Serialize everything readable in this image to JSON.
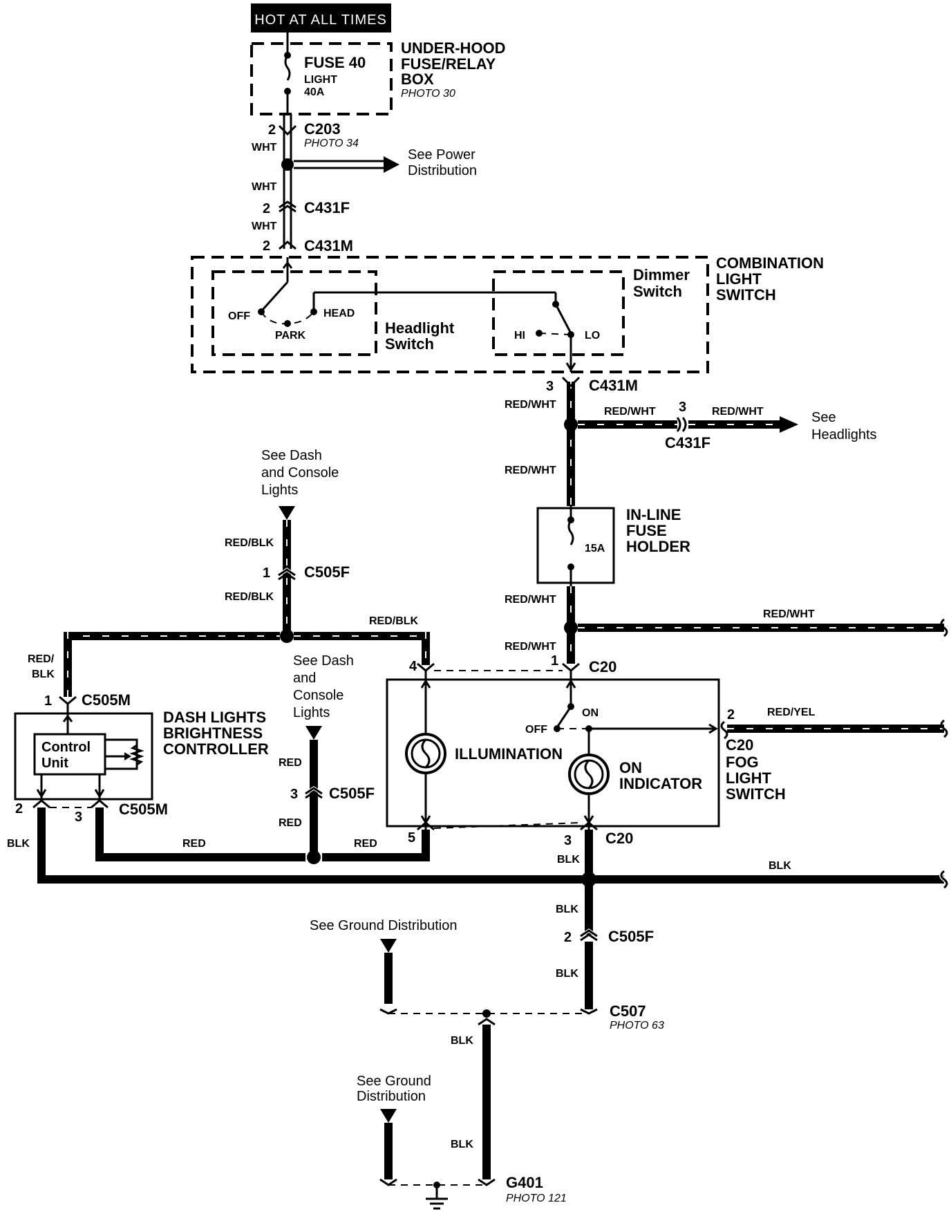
{
  "header": {
    "hot_label": "HOT AT ALL TIMES"
  },
  "fuse_box": {
    "fuse": "FUSE 40",
    "fuse_name": "LIGHT",
    "fuse_rating": "40A",
    "name_l1": "UNDER-HOOD",
    "name_l2": "FUSE/RELAY",
    "name_l3": "BOX",
    "photo": "PHOTO 30"
  },
  "c203": {
    "pin": "2",
    "name": "C203",
    "wire": "WHT",
    "photo": "PHOTO 34"
  },
  "power_dist": {
    "l1": "See Power",
    "l2": "Distribution"
  },
  "c431f_top": {
    "wire_above": "WHT",
    "pin": "2",
    "name": "C431F",
    "wire_below": "WHT"
  },
  "c431m_top": {
    "pin": "2",
    "name": "C431M"
  },
  "combo_switch": {
    "l1": "COMBINATION",
    "l2": "LIGHT",
    "l3": "SWITCH",
    "headlight_l1": "Headlight",
    "headlight_l2": "Switch",
    "off": "OFF",
    "park": "PARK",
    "head": "HEAD",
    "dimmer_l1": "Dimmer",
    "dimmer_l2": "Switch",
    "hi": "HI",
    "lo": "LO"
  },
  "c431m_out": {
    "pin": "3",
    "name": "C431M",
    "wire": "RED/WHT"
  },
  "headlights_branch": {
    "wire_left": "RED/WHT",
    "pin": "3",
    "wire_right": "RED/WHT",
    "connector": "C431F",
    "see_l1": "See",
    "see_l2": "Headlights"
  },
  "inline_fuse": {
    "wire_above": "RED/WHT",
    "rating": "15A",
    "l1": "IN-LINE",
    "l2": "FUSE",
    "l3": "HOLDER",
    "wire_below": "RED/WHT"
  },
  "right_branch_top": {
    "wire": "RED/WHT"
  },
  "c20_top": {
    "wire": "RED/WHT",
    "pin_left": "4",
    "pin_right": "1",
    "name": "C20"
  },
  "dash_lights_top": {
    "see_l1": "See Dash",
    "see_l2": "and Console",
    "see_l3": "Lights",
    "wire_above": "RED/BLK",
    "pin": "1",
    "name": "C505F",
    "wire_below": "RED/BLK",
    "wire_right": "RED/BLK"
  },
  "controller": {
    "wire_l1": "RED/",
    "wire_l2": "BLK",
    "pin_top": "1",
    "conn_top": "C505M",
    "name_l1": "DASH LIGHTS",
    "name_l2": "BRIGHTNESS",
    "name_l3": "CONTROLLER",
    "unit_l1": "Control",
    "unit_l2": "Unit",
    "pin_left": "2",
    "pin_mid": "3",
    "conn_bottom": "C505M",
    "wire_ground": "BLK",
    "wire_red": "RED"
  },
  "dash_lights_mid": {
    "see_l1": "See Dash",
    "see_l2": "and",
    "see_l3": "Console",
    "see_l4": "Lights",
    "wire_above": "RED",
    "pin": "3",
    "name": "C505F",
    "wire_below": "RED",
    "wire_right": "RED"
  },
  "fog_switch": {
    "illumination": "ILLUMINATION",
    "off": "OFF",
    "on": "ON",
    "on_ind_l1": "ON",
    "on_ind_l2": "INDICATOR",
    "pin_out": "2",
    "wire_out": "RED/YEL",
    "conn_out": "C20",
    "name_l1": "FOG",
    "name_l2": "LIGHT",
    "name_l3": "SWITCH",
    "pin_b5": "5",
    "pin_b3": "3",
    "conn_bottom": "C20"
  },
  "ground": {
    "wire1": "BLK",
    "wire_right": "BLK",
    "wire2": "BLK",
    "c505f_pin": "2",
    "c505f_name": "C505F",
    "wire3": "BLK",
    "see_ground_1": "See Ground Distribution",
    "c507_name": "C507",
    "c507_photo": "PHOTO 63",
    "wire4": "BLK",
    "see_ground_2_l1": "See Ground",
    "see_ground_2_l2": "Distribution",
    "wire5": "BLK",
    "g401_name": "G401",
    "g401_photo": "PHOTO 121"
  }
}
